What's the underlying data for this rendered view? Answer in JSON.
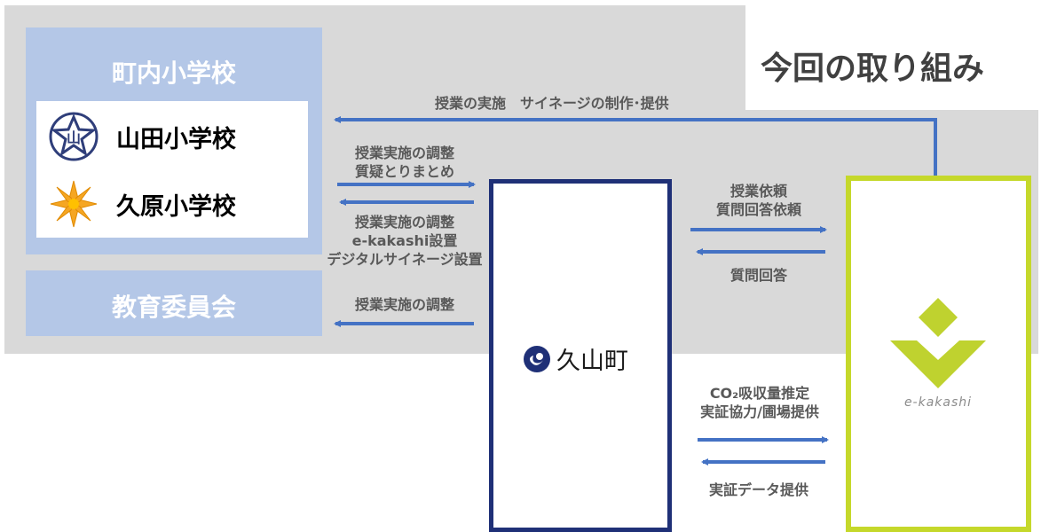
{
  "title": "今回の取り組み",
  "schools_group": {
    "title": "町内小学校",
    "schools": [
      {
        "name": "山田小学校",
        "icon": "yamada-school-emblem-icon",
        "color": "#2f3e7a"
      },
      {
        "name": "久原小学校",
        "icon": "kubara-school-emblem-icon",
        "color": "#f5a623"
      }
    ]
  },
  "board": {
    "title": "教育委員会"
  },
  "town": {
    "name": "久山町",
    "logo": "kuyama-town-logo-icon",
    "border_color": "#1f3077"
  },
  "company": {
    "name": "e-kakashi",
    "logo": "e-kakashi-logo-icon",
    "border_color": "#c5d82b"
  },
  "labels": {
    "top_arrow": "授業の実施　サイネージの制作･提供",
    "to_schools_line1": "授業実施の調整",
    "to_schools_line2": "質疑とりまとめ",
    "from_schools_line1": "授業実施の調整",
    "from_schools_line2": "e-kakashi設置",
    "from_schools_line3": "デジタルサイネージ設置",
    "board_arrow": "授業実施の調整",
    "request_line1": "授業依頼",
    "request_line2": "質問回答依頼",
    "answer": "質問回答",
    "co2_line1": "CO₂吸収量推定",
    "co2_line2": "実証協力/圃場提供",
    "data": "実証データ提供"
  },
  "colors": {
    "arrow": "#4472c4",
    "panel": "#b4c7e7",
    "background_band": "#d9d9d9",
    "label_text": "#595959"
  }
}
